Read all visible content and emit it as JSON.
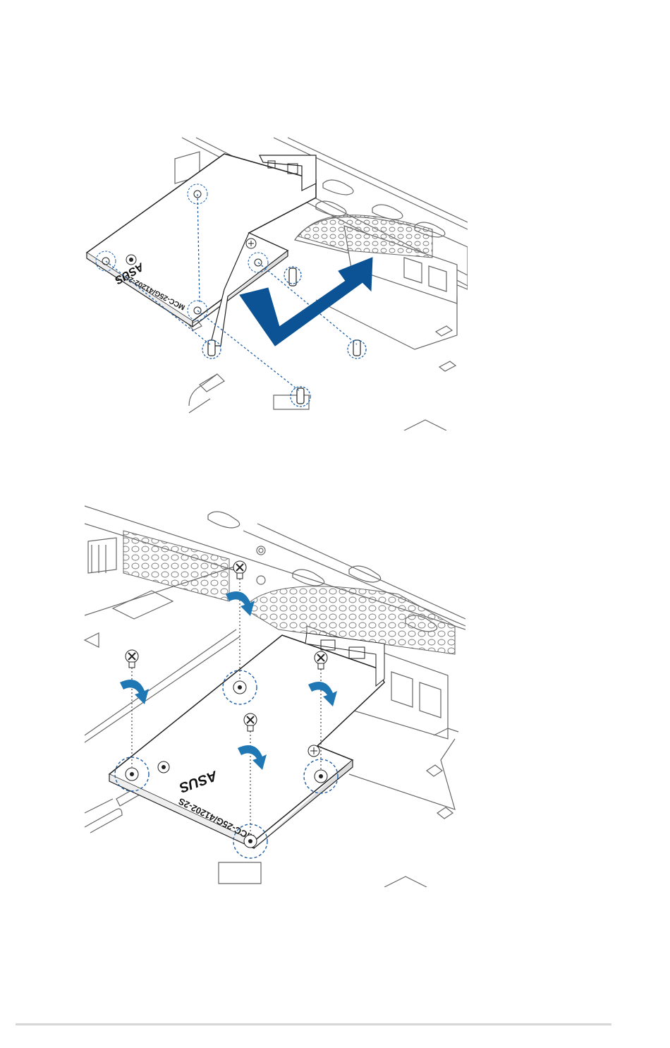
{
  "figures": [
    {
      "step": "install-card",
      "board_model": "MCC-25G/41202-2S",
      "logo": "ASUS",
      "arrow_color": "#0b5394",
      "guide_color": "#1f5fa8"
    },
    {
      "step": "secure-screws",
      "board_model": "MCC-25G/41202-2S",
      "logo": "ASUS",
      "arrow_color": "#1f77b4",
      "guide_color": "#1f5fa8"
    }
  ],
  "icons": [
    "insert-arrow-icon",
    "screw-icon",
    "standoff-icon",
    "rotate-clockwise-icon"
  ]
}
